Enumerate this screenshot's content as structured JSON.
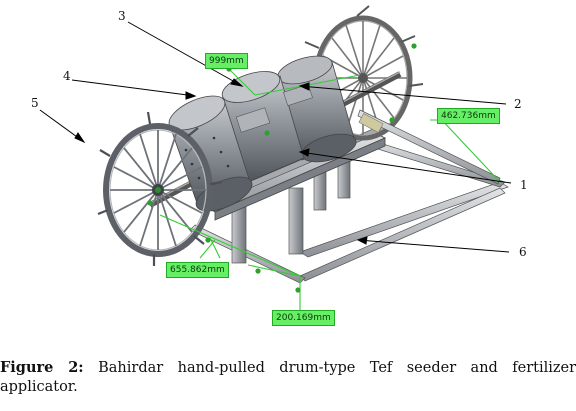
{
  "callouts": {
    "c1": "1",
    "c2": "2",
    "c3": "3",
    "c4": "4",
    "c5": "5",
    "c6": "6"
  },
  "dimensions": {
    "d_top": "999mm",
    "d_right": "462.736mm",
    "d_left": "655.862mm",
    "d_bottom": "200.169mm"
  },
  "caption": {
    "label": "Figure 2:",
    "text": "Bahirdar hand-pulled drum-type Tef seeder and fertilizer applicator."
  },
  "colors": {
    "dimension_fill": "#66ee66",
    "dimension_line": "#33cc33",
    "metal": "#8a8f96"
  }
}
